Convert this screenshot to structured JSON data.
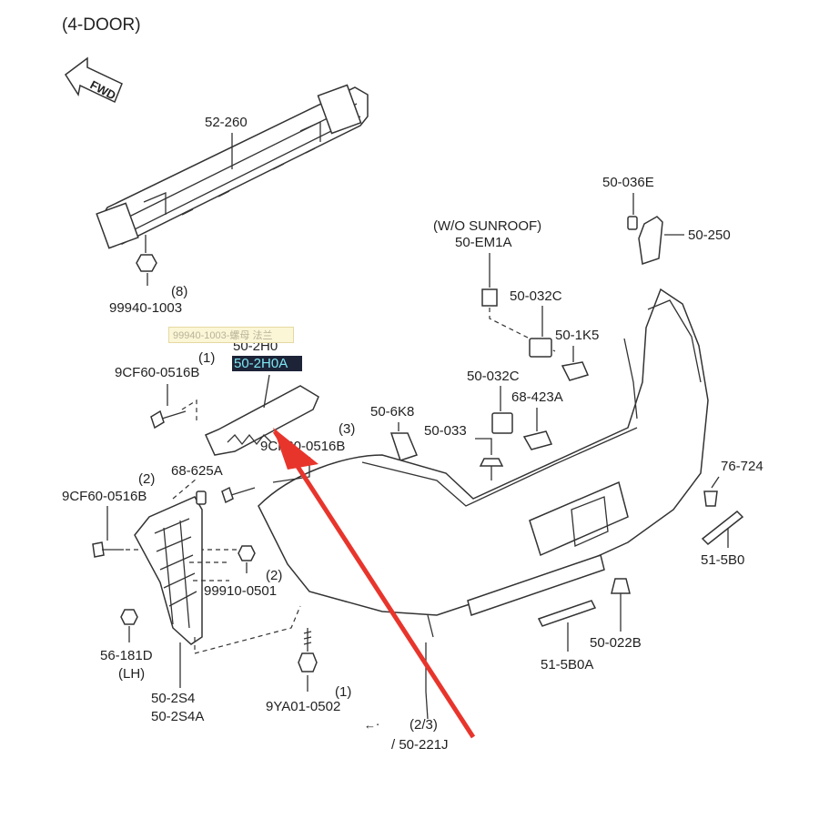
{
  "title": "(4-DOOR)",
  "fwd_label": "FWD",
  "labels": {
    "l52260": "52-260",
    "l99940_1003": "99940-1003",
    "l99940_qty": "(8)",
    "l50036e": "50-036E",
    "l50250": "50-250",
    "l_wo_sunroof": "(W/O SUNROOF)",
    "l50em1a": "50-EM1A",
    "l50032c_a": "50-032C",
    "l501k5": "50-1K5",
    "l50032c_b": "50-032C",
    "l68423a": "68-423A",
    "l506k8": "50-6K8",
    "l50033": "50-033",
    "l502h0": "50-2H0",
    "l9cf60_a_qty": "(1)",
    "l9cf60_a": "9CF60-0516B",
    "l9cf60_b_qty": "(3)",
    "l9cf60_b": "9CF60-0516B",
    "l68625a": "68-625A",
    "l9cf60_c_qty": "(2)",
    "l9cf60_c": "9CF60-0516B",
    "l99910_qty": "(2)",
    "l99910": "99910-0501",
    "l56181d": "56-181D",
    "l_lh": "(LH)",
    "l502s4": "50-2S4",
    "l502s4a": "50-2S4A",
    "l9ya01_qty": "(1)",
    "l9ya01": "9YA01-0502",
    "l23": "(2/3)",
    "l50221j": "/ 50-221J",
    "l76724": "76-724",
    "l515b0": "51-5B0",
    "l50022b": "50-022B",
    "l515b0a": "51-5B0A"
  },
  "annotations": {
    "faint_label": "99940-1003-螺母 法兰",
    "highlight_label": "50-2H0A",
    "arrow_color": "#e8352c",
    "highlight_bg": "#1d2438",
    "highlight_text_color": "#7ee6f2"
  }
}
